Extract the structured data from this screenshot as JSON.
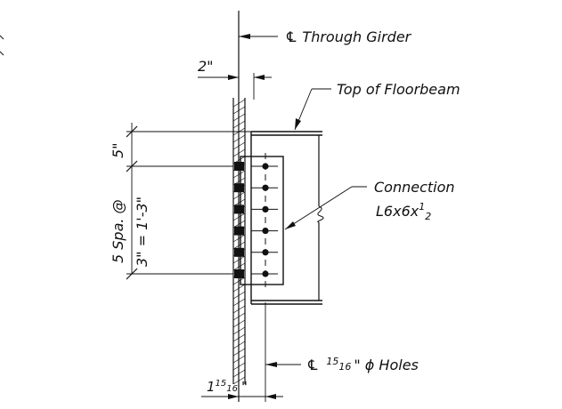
{
  "labels": {
    "cl_girder": "℄ Through Girder",
    "top_floorbeam": "Top of Floorbeam",
    "dim_2in": "2\"",
    "dim_5in": "5\"",
    "spacing_line1": "5 Spa. @",
    "spacing_line2": "3\" = 1'-3\"",
    "connection_title": "Connection",
    "connection_size_main": "L6x6x",
    "connection_size_num": "1",
    "connection_size_den": "2",
    "holes_cl": "℄",
    "holes_num": "15",
    "holes_den": "16",
    "holes_suffix": "\" ϕ Holes",
    "edge_whole": "1",
    "edge_num": "15",
    "edge_den": "16",
    "edge_inch": "\""
  },
  "bolt_rows": 6
}
